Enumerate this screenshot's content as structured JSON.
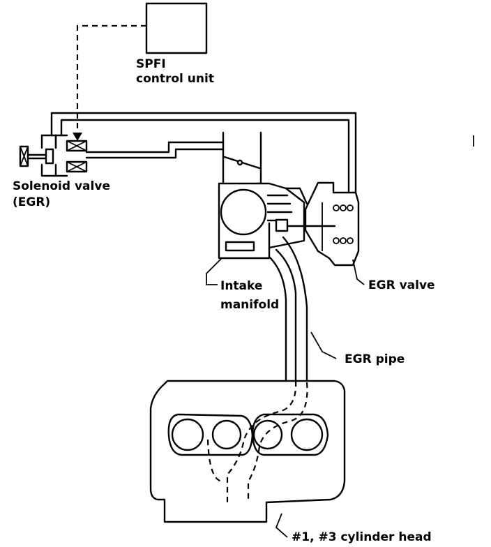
{
  "labels": {
    "control_unit_line1": "SPFI",
    "control_unit_line2": "control unit",
    "solenoid_line1": "Solenoid valve",
    "solenoid_line2": "(EGR)",
    "intake_line1": "Intake",
    "intake_line2": "manifold",
    "egr_valve": "EGR valve",
    "egr_pipe": "EGR pipe",
    "cylinder_head": "#1, #3 cylinder head"
  }
}
